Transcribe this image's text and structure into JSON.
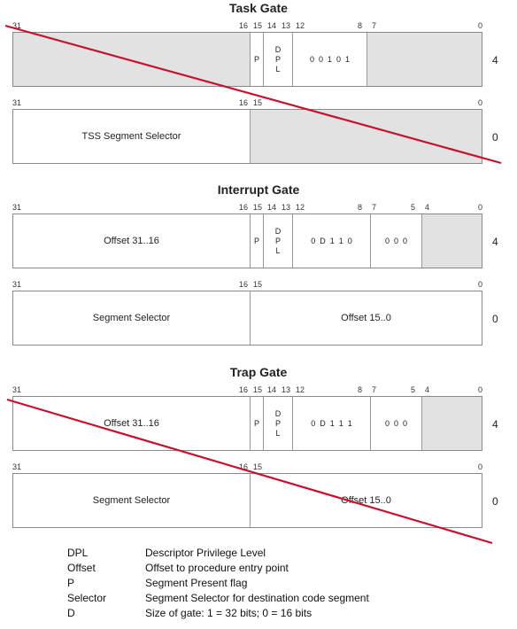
{
  "task_gate": {
    "title": "Task Gate",
    "row1_bits": {
      "b31": "31",
      "b16": "16",
      "b15": "15",
      "b14": "14",
      "b13": "13",
      "b12": "12",
      "b8": "8",
      "b7": "7",
      "b0": "0"
    },
    "p_label": "P",
    "dpl": [
      "D",
      "P",
      "L"
    ],
    "type_bits": "0  0  1  0  1",
    "row1_side": "4",
    "row2_bits": {
      "b31": "31",
      "b16": "16",
      "b15": "15",
      "b0": "0"
    },
    "selector_label": "TSS Segment Selector",
    "row2_side": "0"
  },
  "interrupt_gate": {
    "title": "Interrupt Gate",
    "row1_bits": {
      "b31": "31",
      "b16": "16",
      "b15": "15",
      "b14": "14",
      "b13": "13",
      "b12": "12",
      "b8": "8",
      "b7": "7",
      "b5": "5",
      "b4": "4",
      "b0": "0"
    },
    "offset_high": "Offset 31..16",
    "p_label": "P",
    "dpl": [
      "D",
      "P",
      "L"
    ],
    "type_bits": "0  D  1  1  0",
    "zero_bits": "0  0  0",
    "row1_side": "4",
    "row2_bits": {
      "b31": "31",
      "b16": "16",
      "b15": "15",
      "b0": "0"
    },
    "selector_label": "Segment Selector",
    "offset_low": "Offset 15..0",
    "row2_side": "0"
  },
  "trap_gate": {
    "title": "Trap Gate",
    "row1_bits": {
      "b31": "31",
      "b16": "16",
      "b15": "15",
      "b14": "14",
      "b13": "13",
      "b12": "12",
      "b8": "8",
      "b7": "7",
      "b5": "5",
      "b4": "4",
      "b0": "0"
    },
    "offset_high": "Offset 31..16",
    "p_label": "P",
    "dpl": [
      "D",
      "P",
      "L"
    ],
    "type_bits": "0  D  1  1  1",
    "zero_bits": "0  0  0",
    "row1_side": "4",
    "row2_bits": {
      "b31": "31",
      "b16": "16",
      "b15": "15",
      "b0": "0"
    },
    "selector_label": "Segment Selector",
    "offset_low": "Offset 15..0",
    "row2_side": "0"
  },
  "legend": [
    {
      "key": "DPL",
      "value": "Descriptor Privilege Level"
    },
    {
      "key": "Offset",
      "value": "Offset to procedure entry point"
    },
    {
      "key": "P",
      "value": "Segment Present flag"
    },
    {
      "key": "Selector",
      "value": "Segment Selector for destination code segment"
    },
    {
      "key": "D",
      "value": "Size of gate: 1 = 32 bits; 0 = 16 bits"
    }
  ],
  "colors": {
    "strike": "#c8102e",
    "reserved_fill": "#e2e2e2",
    "border": "#8a8a8a"
  }
}
